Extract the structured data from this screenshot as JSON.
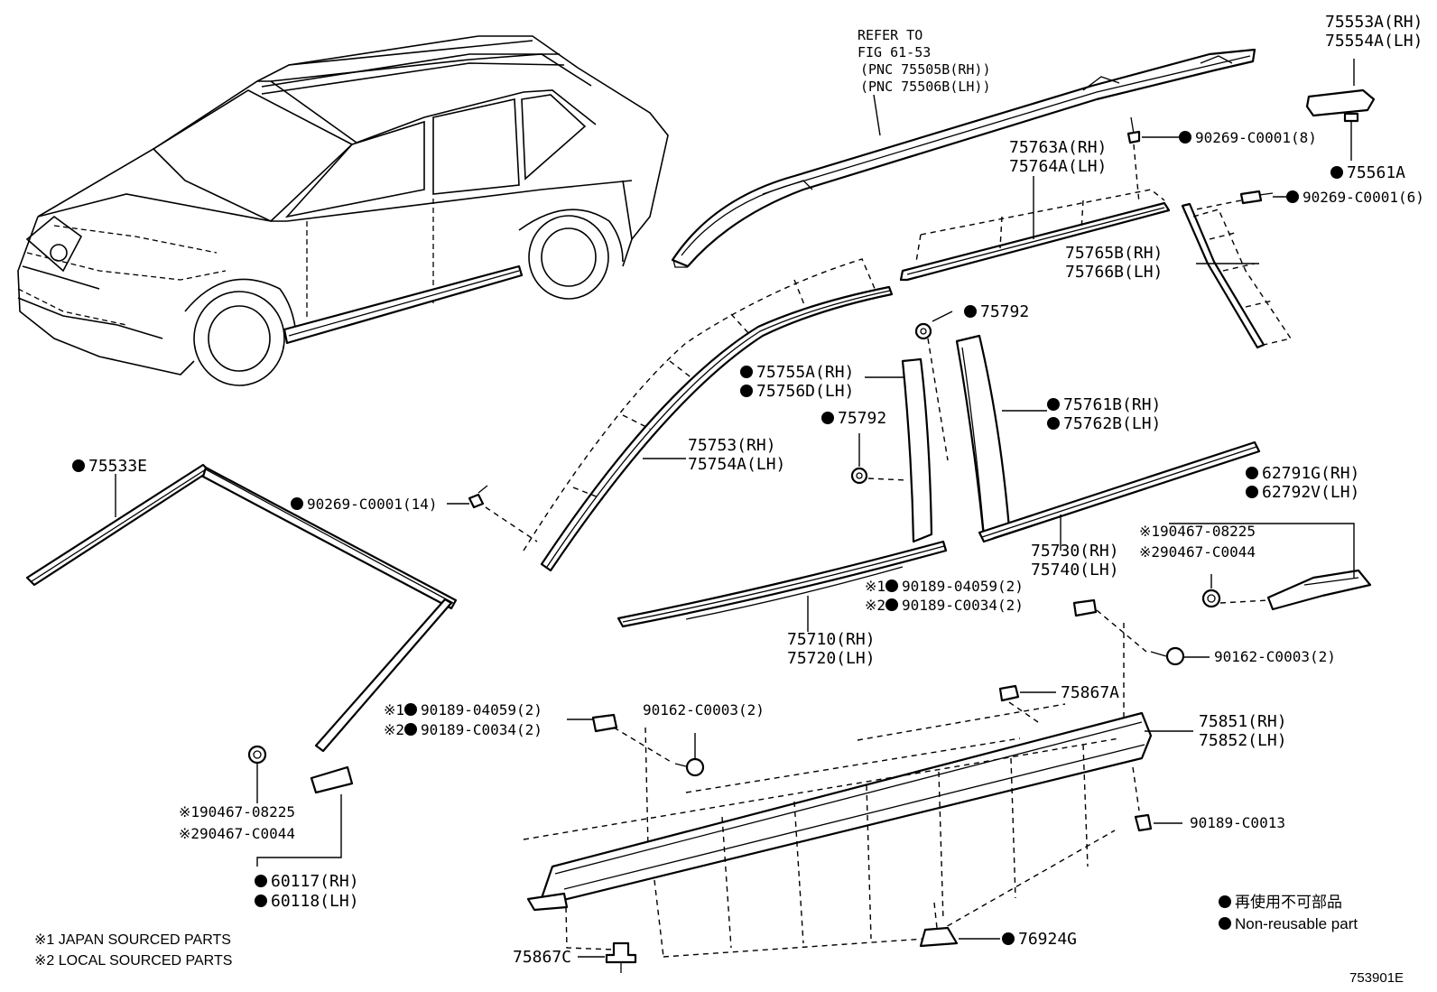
{
  "refer_note": [
    "REFER TO",
    "FIG 61-53",
    "(PNC 75505B(RH))",
    "(PNC 75506B(LH))"
  ],
  "labels": {
    "p75553A": "75553A(RH)",
    "p75554A": "75554A(LH)",
    "p90269_8": "90269-C0001(8)",
    "p75561A": "75561A",
    "p90269_6": "90269-C0001(6)",
    "p75763A": "75763A(RH)",
    "p75764A": "75764A(LH)",
    "p75765B": "75765B(RH)",
    "p75766B": "75766B(LH)",
    "p75792_a": "75792",
    "p75792_b": "75792",
    "p75755A": "75755A(RH)",
    "p75756D": "75756D(LH)",
    "p75761B": "75761B(RH)",
    "p75762B": "75762B(LH)",
    "p75753": "75753(RH)",
    "p75754A": "75754A(LH)",
    "p75533E": "75533E",
    "p90269_14": "90269-C0001(14)",
    "p62791G": "62791G(RH)",
    "p62792V": "62792V(LH)",
    "p75730": "75730(RH)",
    "p75740": "75740(LH)",
    "n1_90467_a": "※190467-08225",
    "n2_90467_a": "※290467-C0044",
    "n1_90189_a": "※1",
    "v_90189_a1": "90189-04059(2)",
    "n2_90189_a": "※2",
    "v_90189_a2": "90189-C0034(2)",
    "p75710": "75710(RH)",
    "p75720": "75720(LH)",
    "p90162_a": "90162-C0003(2)",
    "p75867A": "75867A",
    "n1_90189_b": "※1",
    "v_90189_b1": "90189-04059(2)",
    "n2_90189_b": "※2",
    "v_90189_b2": "90189-C0034(2)",
    "p90162_b": "90162-C0003(2)",
    "p75851": "75851(RH)",
    "p75852": "75852(LH)",
    "p90189_C0013": "90189-C0013",
    "n1_90467_b": "※190467-08225",
    "n2_90467_b": "※290467-C0044",
    "p60117": "60117(RH)",
    "p60118": "60118(LH)",
    "p75867C": "75867C",
    "p76924G": "76924G"
  },
  "notes": {
    "japan": "※1 JAPAN SOURCED PARTS",
    "local": "※2 LOCAL SOURCED PARTS"
  },
  "legend": {
    "jp": "再使用不可部品",
    "en": "Non-reusable part"
  },
  "figure_id": "753901E"
}
